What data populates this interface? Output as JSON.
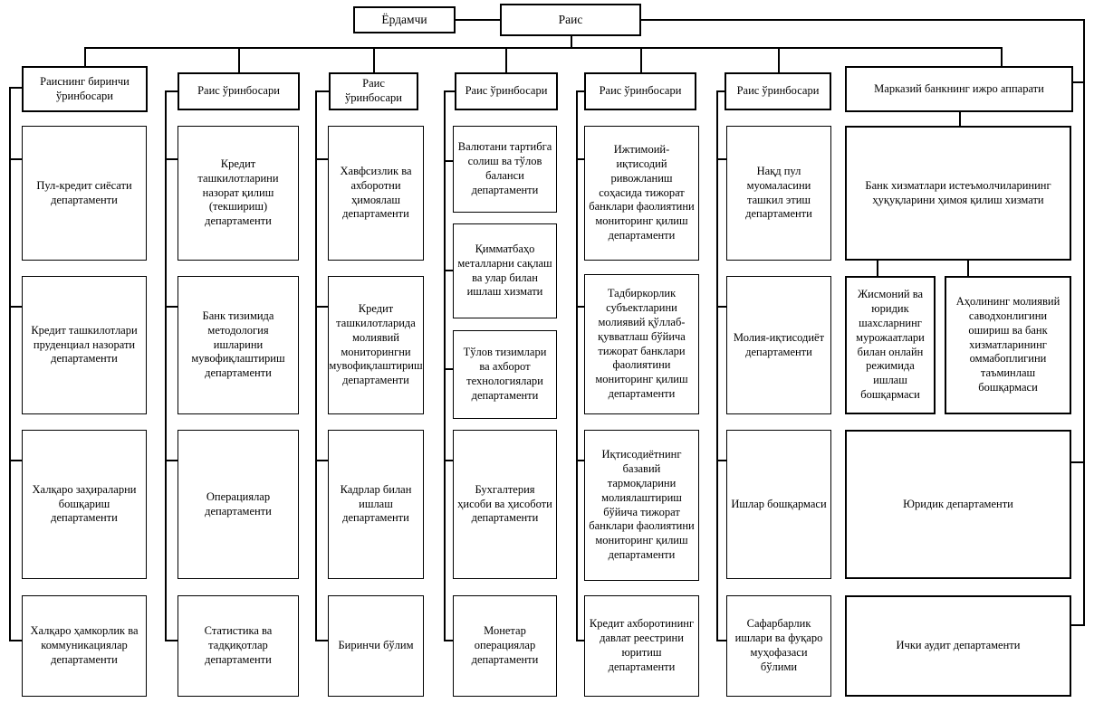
{
  "nodes": {
    "assistant": "Ёрдамчи",
    "chairman": "Раис",
    "headers": {
      "first_deputy": "Раиснинг биринчи ўринбосари",
      "deputy": "Раис ўринбосари",
      "executive_office": "Марказий банкнинг ижро аппарати"
    },
    "col1": [
      "Пул-кредит сиёсати департаменти",
      "Кредит ташкилотлари пруденциал назорати департаменти",
      "Халқаро заҳираларни бошқариш департаменти",
      "Халқаро ҳамкорлик ва коммуникациялар департаменти"
    ],
    "col2": [
      "Кредит ташкилотларини назорат қилиш (текшириш) департаменти",
      "Банк тизимида методология ишларини мувофиқлаштириш департаменти",
      "Операциялар департаменти",
      "Статистика ва тадқиқотлар департаменти"
    ],
    "col3": [
      "Хавфсизлик ва ахборотни ҳимоялаш департаменти",
      "Кредит ташкилотларида молиявий мониторингни мувофиқлаштириш департаменти",
      "Кадрлар билан ишлаш департаменти",
      "Биринчи бўлим"
    ],
    "col4": [
      "Валютани тартибга солиш ва тўлов баланси департаменти",
      "Қимматбаҳо металларни сақлаш ва улар билан ишлаш хизмати",
      "Тўлов тизимлари ва ахборот технологиялари департаменти",
      "Бухгалтерия ҳисоби ва ҳисоботи департаменти",
      "Монетар операциялар департаменти"
    ],
    "col5": [
      "Ижтимоий-иқтисодий ривожланиш соҳасида тижорат банклари фаолиятини мониторинг қилиш департаменти",
      "Тадбиркорлик субъектларини молиявий қўллаб-қувватлаш бўйича тижорат банклари фаолиятини мониторинг қилиш департаменти",
      "Иқтисодиётнинг базавий тармоқларини молиялаштириш бўйича тижорат банклари фаолиятини мониторинг қилиш департаменти",
      "Кредит ахборотининг давлат реестрини юритиш департаменти"
    ],
    "col6": [
      "Нақд пул муомаласини ташкил этиш департаменти",
      "Молия-иқтисодиёт департаменти",
      "Ишлар бошқармаси",
      "Сафарбарлик ишлари ва фуқаро муҳофазаси бўлими"
    ],
    "col7": [
      "Банк хизматлари истеъмолчиларининг ҳуқуқларини ҳимоя қилиш хизмати",
      "Жисмоний ва юридик шахсларнинг мурожаатлари билан онлайн режимида ишлаш бошқармаси",
      "Аҳолининг молиявий саводхонлигини ошириш ва банк хизматларининг оммабоплигини таъминлаш бошқармаси",
      "Юридик департаменти",
      "Ички аудит департаменти"
    ]
  },
  "colors": {
    "page_background": "#ffffff",
    "box_background": "#ffffff",
    "border": "#000000",
    "connector": "#000000",
    "text": "#000000"
  }
}
